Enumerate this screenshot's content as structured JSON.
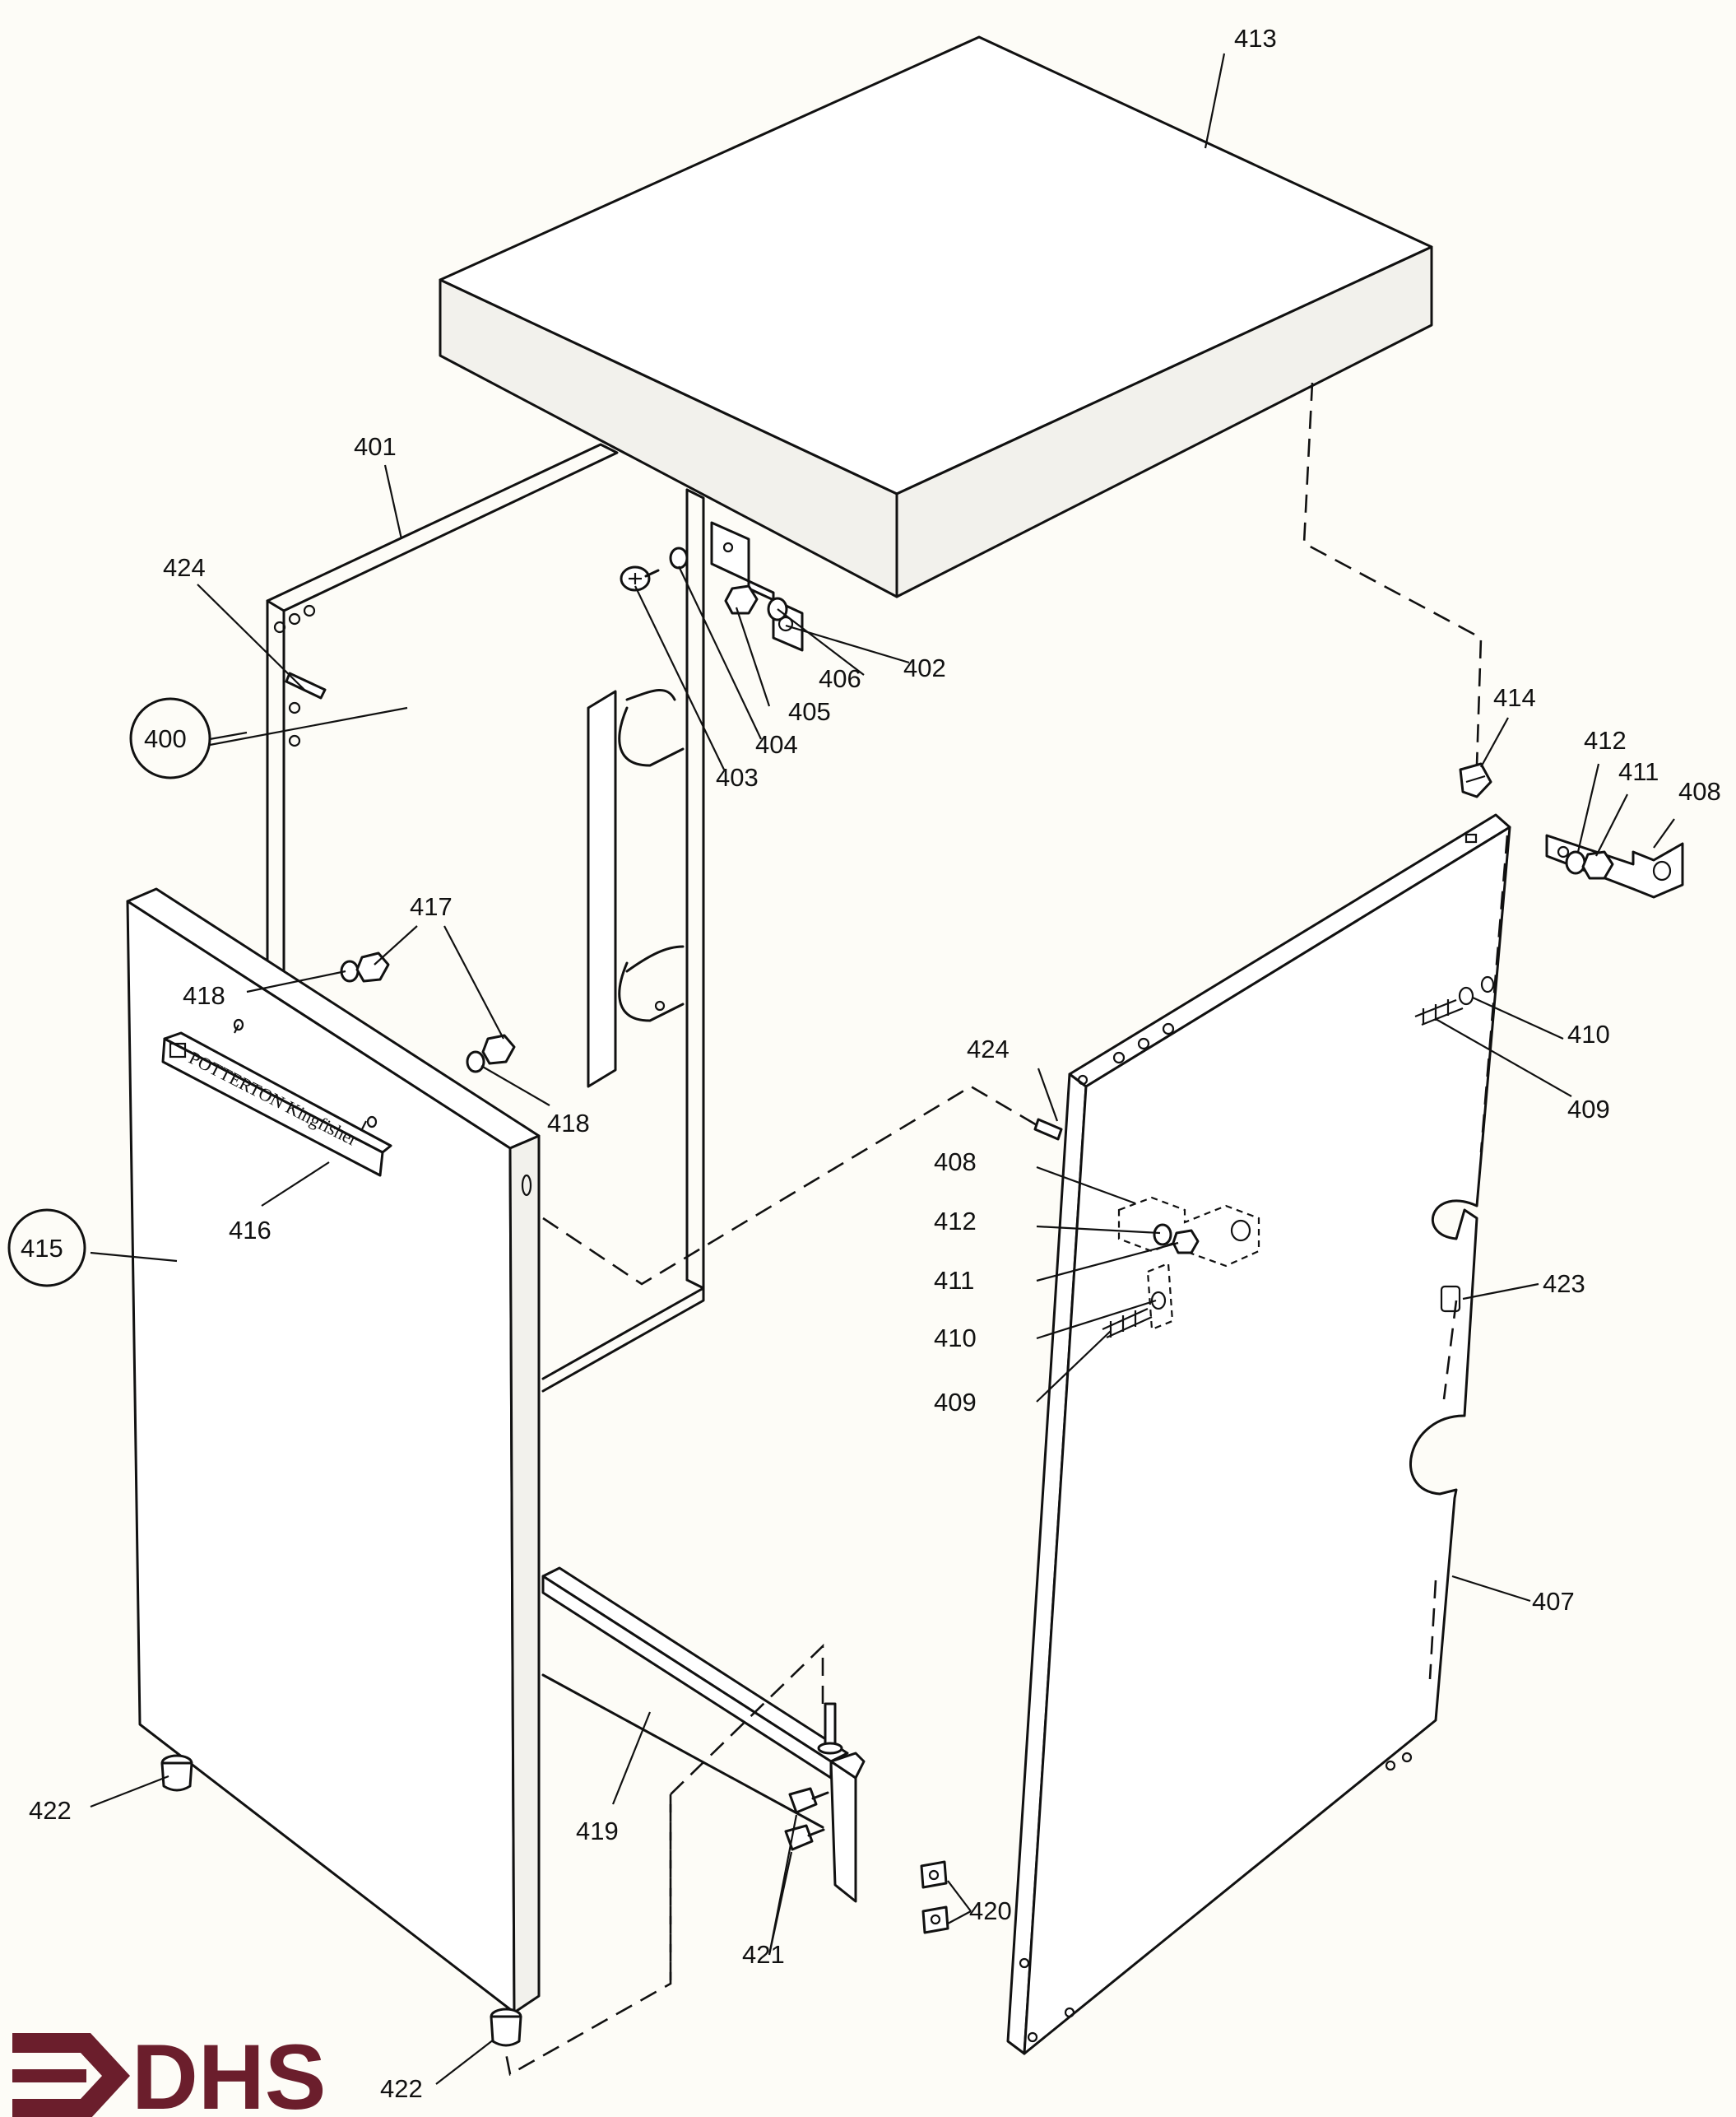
{
  "parts": {
    "p400": "400",
    "p401": "401",
    "p402": "402",
    "p403": "403",
    "p404": "404",
    "p405": "405",
    "p406": "406",
    "p407": "407",
    "p408": "408",
    "p409": "409",
    "p410": "410",
    "p411": "411",
    "p412": "412",
    "p413": "413",
    "p414": "414",
    "p415": "415",
    "p416": "416",
    "p417": "417",
    "p418": "418",
    "p419": "419",
    "p420": "420",
    "p421": "421",
    "p422": "422",
    "p423": "423",
    "p424": "424"
  },
  "brand_plate": "POTTERTON Kingfisher",
  "logo_text": "DHS",
  "colors": {
    "ink": "#111111",
    "paper": "#fdfcf7",
    "logo": "#6b1e2c"
  }
}
